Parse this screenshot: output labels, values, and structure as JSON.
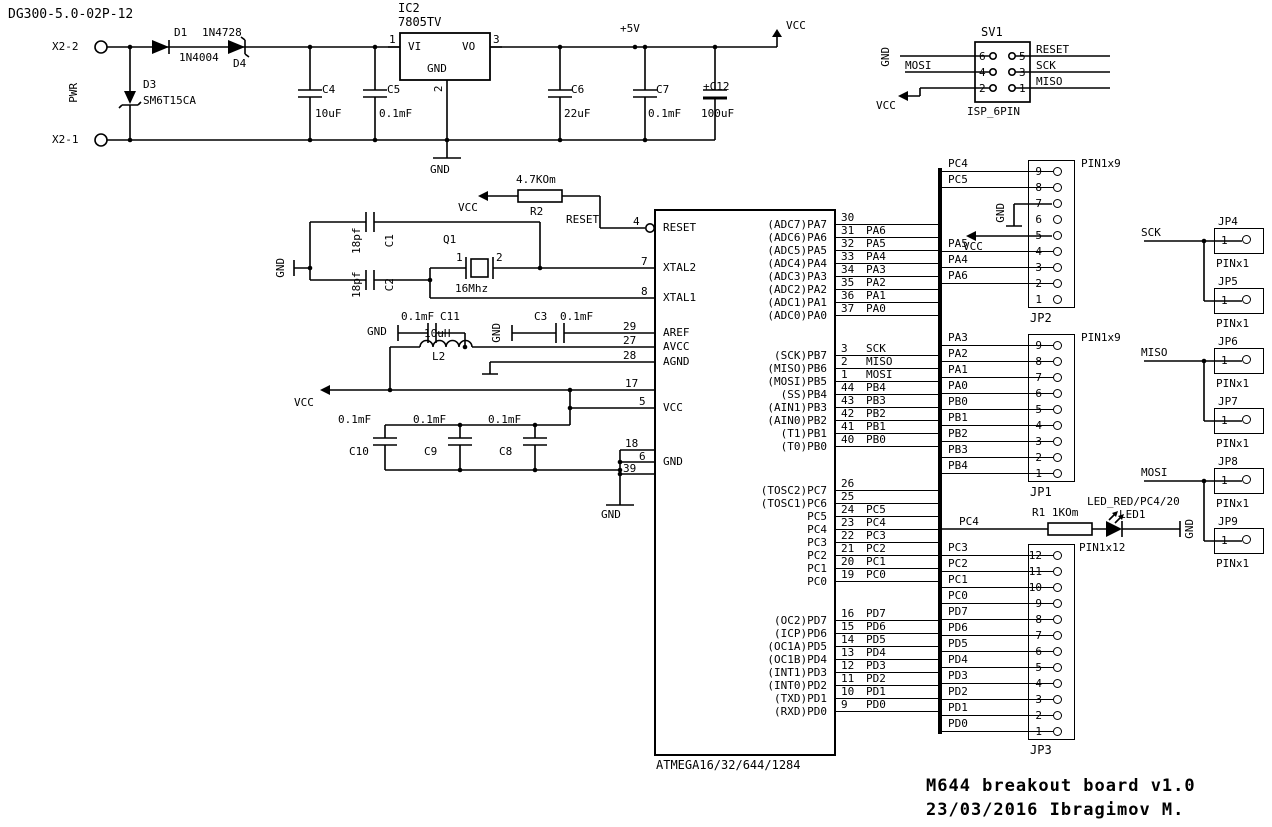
{
  "doc_code": "DG300-5.0-02P-12",
  "footer": {
    "line1": "M644 breakout board v1.0",
    "line2": "23/03/2016 Ibragimov M."
  },
  "power": {
    "x2_2": "X2-2",
    "x2_1": "X2-1",
    "pwr": "PWR",
    "d1": {
      "name": "D1",
      "value": "1N4004"
    },
    "d4": {
      "name": "D4",
      "value": "1N4728"
    },
    "d3": {
      "name": "D3",
      "value": "SM6T15CA"
    },
    "ic2": {
      "name": "IC2",
      "value": "7805TV",
      "vi": "VI",
      "vo": "VO",
      "gnd": "GND",
      "p1": "1",
      "p2": "2",
      "p3": "3"
    },
    "c4": {
      "name": "C4",
      "value": "10uF"
    },
    "c5": {
      "name": "C5",
      "value": "0.1mF"
    },
    "c6": {
      "name": "C6",
      "value": "22uF"
    },
    "c7": {
      "name": "C7",
      "value": "0.1mF"
    },
    "c12": {
      "name": "+C12",
      "value": "100uF"
    },
    "plus5v": "+5V",
    "vcc": "VCC",
    "gnd": "GND"
  },
  "isp": {
    "name": "SV1",
    "value": "ISP_6PIN",
    "gnd": "GND",
    "mosi": "MOSI",
    "vcc": "VCC",
    "reset": "RESET",
    "sck": "SCK",
    "miso": "MISO",
    "p6": "6",
    "p5": "5",
    "p4": "4",
    "p3": "3",
    "p2": "2",
    "p1": "1"
  },
  "reset_circuit": {
    "name": "R2",
    "value": "4.7KOm",
    "vcc": "VCC",
    "net": "RESET"
  },
  "xtal": {
    "name": "Q1",
    "value": "16Mhz",
    "p1": "1",
    "p2": "2",
    "c1": {
      "name": "C1",
      "value": "18pf"
    },
    "c2": {
      "name": "C2",
      "value": "18pf"
    },
    "gnd": "GND"
  },
  "analog": {
    "c11": {
      "name": "C11",
      "value": "0.1mF",
      "gnd": "GND"
    },
    "c3": {
      "name": "C3",
      "value": "0.1mF",
      "gnd": "GND"
    },
    "l2": {
      "name": "L2",
      "value": "10uH"
    }
  },
  "decoupling": {
    "vcc": "VCC",
    "value": "0.1mF",
    "c10": "C10",
    "c9": "C9",
    "c8": "C8",
    "gnd": "GND"
  },
  "ic1": {
    "value": "ATMEGA16/32/644/1284",
    "left_labels": {
      "reset": "RESET",
      "xtal2": "XTAL2",
      "xtal1": "XTAL1",
      "aref": "AREF",
      "avcc": "AVCC",
      "agnd": "AGND",
      "vcc": "VCC",
      "gnd": "GND"
    },
    "left_pins": {
      "reset": "4",
      "xtal2": "7",
      "xtal1": "8",
      "aref": "29",
      "avcc": "27",
      "agnd": "28",
      "vcc1": "17",
      "vcc2": "5",
      "gnd1": "18",
      "gnd2": "6",
      "gnd3": "39"
    },
    "pa": [
      {
        "inner": "(ADC7)PA7",
        "num": "30",
        "net": ""
      },
      {
        "inner": "(ADC6)PA6",
        "num": "31",
        "net": "PA6"
      },
      {
        "inner": "(ADC5)PA5",
        "num": "32",
        "net": "PA5"
      },
      {
        "inner": "(ADC4)PA4",
        "num": "33",
        "net": "PA4"
      },
      {
        "inner": "(ADC3)PA3",
        "num": "34",
        "net": "PA3"
      },
      {
        "inner": "(ADC2)PA2",
        "num": "35",
        "net": "PA2"
      },
      {
        "inner": "(ADC1)PA1",
        "num": "36",
        "net": "PA1"
      },
      {
        "inner": "(ADC0)PA0",
        "num": "37",
        "net": "PA0"
      }
    ],
    "pb": [
      {
        "inner": "(SCK)PB7",
        "num": "3",
        "net": "SCK"
      },
      {
        "inner": "(MISO)PB6",
        "num": "2",
        "net": "MISO"
      },
      {
        "inner": "(MOSI)PB5",
        "num": "1",
        "net": "MOSI"
      },
      {
        "inner": "(SS)PB4",
        "num": "44",
        "net": "PB4"
      },
      {
        "inner": "(AIN1)PB3",
        "num": "43",
        "net": "PB3"
      },
      {
        "inner": "(AIN0)PB2",
        "num": "42",
        "net": "PB2"
      },
      {
        "inner": "(T1)PB1",
        "num": "41",
        "net": "PB1"
      },
      {
        "inner": "(T0)PB0",
        "num": "40",
        "net": "PB0"
      }
    ],
    "pc": [
      {
        "inner": "(TOSC2)PC7",
        "num": "26",
        "net": ""
      },
      {
        "inner": "(TOSC1)PC6",
        "num": "25",
        "net": ""
      },
      {
        "inner": "PC5",
        "num": "24",
        "net": "PC5"
      },
      {
        "inner": "PC4",
        "num": "23",
        "net": "PC4"
      },
      {
        "inner": "PC3",
        "num": "22",
        "net": "PC3"
      },
      {
        "inner": "PC2",
        "num": "21",
        "net": "PC2"
      },
      {
        "inner": "PC1",
        "num": "20",
        "net": "PC1"
      },
      {
        "inner": "PC0",
        "num": "19",
        "net": "PC0"
      }
    ],
    "pd": [
      {
        "inner": "(OC2)PD7",
        "num": "16",
        "net": "PD7"
      },
      {
        "inner": "(ICP)PD6",
        "num": "15",
        "net": "PD6"
      },
      {
        "inner": "(OC1A)PD5",
        "num": "14",
        "net": "PD5"
      },
      {
        "inner": "(OC1B)PD4",
        "num": "13",
        "net": "PD4"
      },
      {
        "inner": "(INT1)PD3",
        "num": "12",
        "net": "PD3"
      },
      {
        "inner": "(INT0)PD2",
        "num": "11",
        "net": "PD2"
      },
      {
        "inner": "(TXD)PD1",
        "num": "10",
        "net": "PD1"
      },
      {
        "inner": "(RXD)PD0",
        "num": "9",
        "net": "PD0"
      }
    ]
  },
  "jp2": {
    "name": "JP2",
    "value": "PIN1x9",
    "gnd": "GND",
    "vcc": "VCC",
    "rows": [
      {
        "num": "9",
        "net": "PC4"
      },
      {
        "num": "8",
        "net": "PC5"
      },
      {
        "num": "7",
        "net": ""
      },
      {
        "num": "6",
        "net": ""
      },
      {
        "num": "5",
        "net": ""
      },
      {
        "num": "4",
        "net": "PA5"
      },
      {
        "num": "3",
        "net": "PA4"
      },
      {
        "num": "2",
        "net": "PA6"
      },
      {
        "num": "1",
        "net": ""
      }
    ]
  },
  "jp1": {
    "name": "JP1",
    "value": "PIN1x9",
    "rows": [
      {
        "num": "9",
        "net": "PA3"
      },
      {
        "num": "8",
        "net": "PA2"
      },
      {
        "num": "7",
        "net": "PA1"
      },
      {
        "num": "6",
        "net": "PA0"
      },
      {
        "num": "5",
        "net": "PB0"
      },
      {
        "num": "4",
        "net": "PB1"
      },
      {
        "num": "3",
        "net": "PB2"
      },
      {
        "num": "2",
        "net": "PB3"
      },
      {
        "num": "1",
        "net": "PB4"
      }
    ]
  },
  "jp3": {
    "name": "JP3",
    "value": "PIN1x12",
    "rows": [
      {
        "num": "12",
        "net": "PC3"
      },
      {
        "num": "11",
        "net": "PC2"
      },
      {
        "num": "10",
        "net": "PC1"
      },
      {
        "num": "9",
        "net": "PC0"
      },
      {
        "num": "8",
        "net": "PD7"
      },
      {
        "num": "7",
        "net": "PD6"
      },
      {
        "num": "6",
        "net": "PD5"
      },
      {
        "num": "5",
        "net": "PD4"
      },
      {
        "num": "4",
        "net": "PD3"
      },
      {
        "num": "3",
        "net": "PD2"
      },
      {
        "num": "2",
        "net": "PD1"
      },
      {
        "num": "1",
        "net": "PD0"
      }
    ]
  },
  "led": {
    "r1": "R1 1KOm",
    "device": "LED_RED/PC4/20",
    "name": "LED1",
    "net": "PC4",
    "gnd": "GND"
  },
  "spi": {
    "sck": "SCK",
    "miso": "MISO",
    "mosi": "MOSI",
    "jacks": [
      {
        "name": "JP4",
        "pin": "1",
        "value": "PINx1"
      },
      {
        "name": "JP5",
        "pin": "1",
        "value": "PINx1"
      },
      {
        "name": "JP6",
        "pin": "1",
        "value": "PINx1"
      },
      {
        "name": "JP7",
        "pin": "1",
        "value": "PINx1"
      },
      {
        "name": "JP8",
        "pin": "1",
        "value": "PINx1"
      },
      {
        "name": "JP9",
        "pin": "1",
        "value": "PINx1"
      }
    ]
  }
}
